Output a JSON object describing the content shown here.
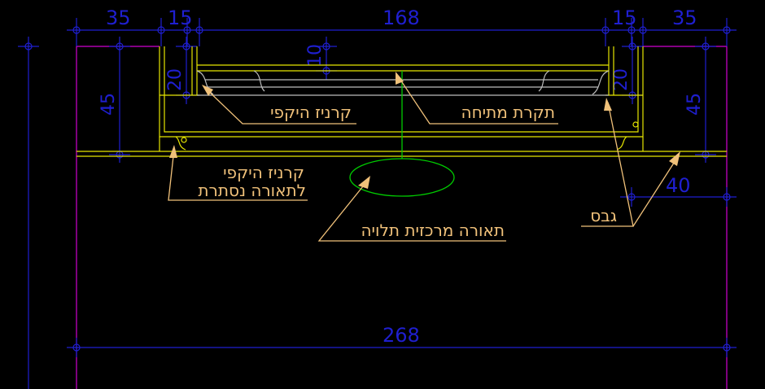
{
  "colors": {
    "background": "#000000",
    "dimension": "#1f1fd0",
    "outline": "#d000d0",
    "structure": "#e6e600",
    "profile": "#bdbdbd",
    "light": "#00cc00",
    "annotation": "#f0c17a"
  },
  "dimensions": {
    "top_left_35": "35",
    "top_left_15": "15",
    "top_center": "168",
    "top_right_15": "15",
    "top_right_35": "35",
    "left_20": "20",
    "center_10": "10",
    "right_20": "20",
    "left_45": "45",
    "right_45": "45",
    "right_40": "40",
    "bottom_total": "268"
  },
  "labels": {
    "cornice_left": "קרניז היקפי",
    "stretch_ceiling": "תקרת מתיחה",
    "hidden_cornice_line1": "קרניז היקפי",
    "hidden_cornice_line2": "לתאורה נסתרת",
    "central_light": "תאורה מרכזית תלויה",
    "gypsum": "גבס"
  }
}
